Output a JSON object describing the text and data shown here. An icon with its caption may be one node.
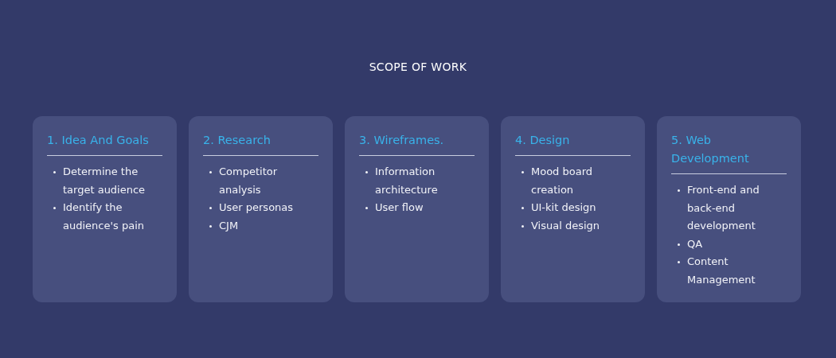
{
  "diagram": {
    "title": "SCOPE OF WORK",
    "nodes": [
      {
        "text": [
          "1. Idea And Goals",
          "Determine the target audience",
          "Identify the audience's pain"
        ]
      },
      {
        "text": [
          "2. Research",
          "Competitor analysis",
          "User personas",
          "CJM"
        ]
      },
      {
        "text": [
          "3. Wireframes.",
          "Information architecture",
          "User flow"
        ]
      },
      {
        "text": [
          "4. Design",
          "Mood board creation",
          "UI-kit design",
          "Visual design"
        ]
      },
      {
        "text": [
          "5. Web Development",
          "Front-end and back-end development",
          "QA",
          "Content Management"
        ]
      }
    ]
  }
}
